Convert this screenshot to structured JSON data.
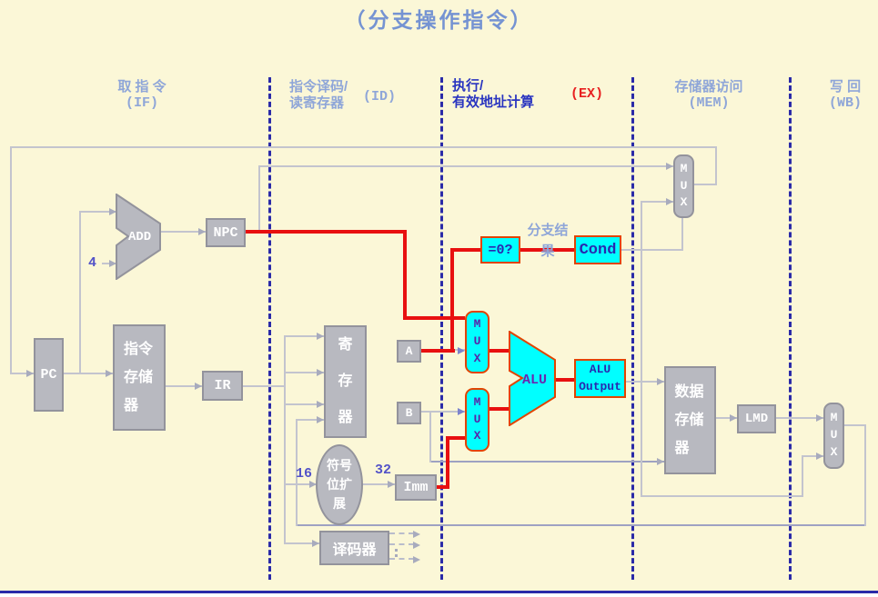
{
  "title": "（分支操作指令）",
  "stages": {
    "if": {
      "name": "取 指 令",
      "abbr": "(IF)"
    },
    "id": {
      "name_line1": "指令译码/",
      "name_line2": "读寄存器",
      "abbr": "(ID)"
    },
    "ex": {
      "name_line1": "执行/",
      "name_line2": "有效地址计算",
      "abbr": "(EX)"
    },
    "mem": {
      "name": "存储器访问",
      "abbr": "(MEM)"
    },
    "wb": {
      "name": "写 回",
      "abbr": "(WB)"
    }
  },
  "blocks": {
    "pc": "PC",
    "add": "ADD",
    "npc": "NPC",
    "instr_mem": "指令存储器",
    "ir": "IR",
    "regfile": "寄存器",
    "a_latch": "A",
    "b_latch": "B",
    "sign_extend": "符号位扩展",
    "imm": "Imm",
    "decoder": "译码器",
    "zero_test": "=0?",
    "cond": "Cond",
    "mux": "MUX",
    "alu": "ALU",
    "alu_output": "ALU Output",
    "data_mem": "数据存储器",
    "lmd": "LMD"
  },
  "labels": {
    "four": "4",
    "sixteen": "16",
    "thirtytwo": "32",
    "branch_result": "分支结果"
  },
  "colors": {
    "background": "#FBF7D7",
    "box_gray": "#B8B9C0",
    "highlight_cyan": "#00FFFF",
    "highlight_border_red": "#E24400",
    "path_red": "#E81010",
    "wire_gray": "#C3C4CE",
    "boundary_navy": "#2A2AA8",
    "header_blue": "#8FA6D8",
    "ex_header_navy": "#2A35C0",
    "ex_abbr_red": "#E82020",
    "title_blue": "#7593D2"
  }
}
